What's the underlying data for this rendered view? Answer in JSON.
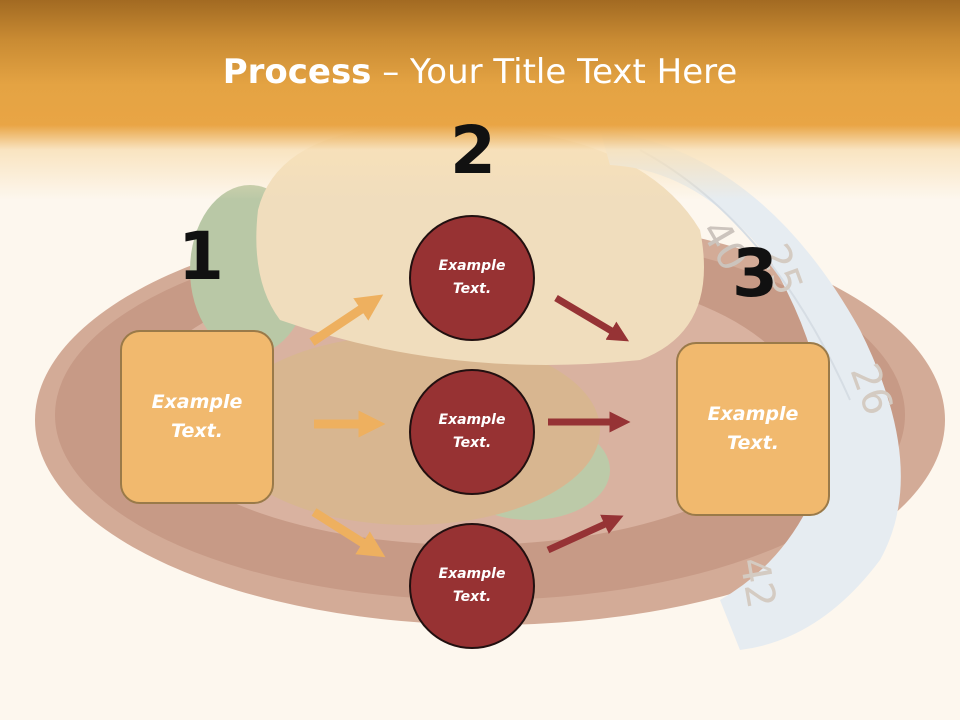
{
  "slide": {
    "title_bold": "Process",
    "title_rest": " – Your Title Text Here"
  },
  "numbers": {
    "n1": "1",
    "n2": "2",
    "n3": "3"
  },
  "boxes": {
    "left": "Example Text.",
    "right": "Example Text."
  },
  "circles": {
    "top": "Example Text.",
    "middle": "Example Text.",
    "bottom": "Example Text."
  },
  "colors": {
    "header": "#e9a545",
    "box_fill": "#f1b96e",
    "circle_fill": "#973233",
    "arrow_light": "#eeb05f",
    "arrow_dark": "#963335"
  }
}
